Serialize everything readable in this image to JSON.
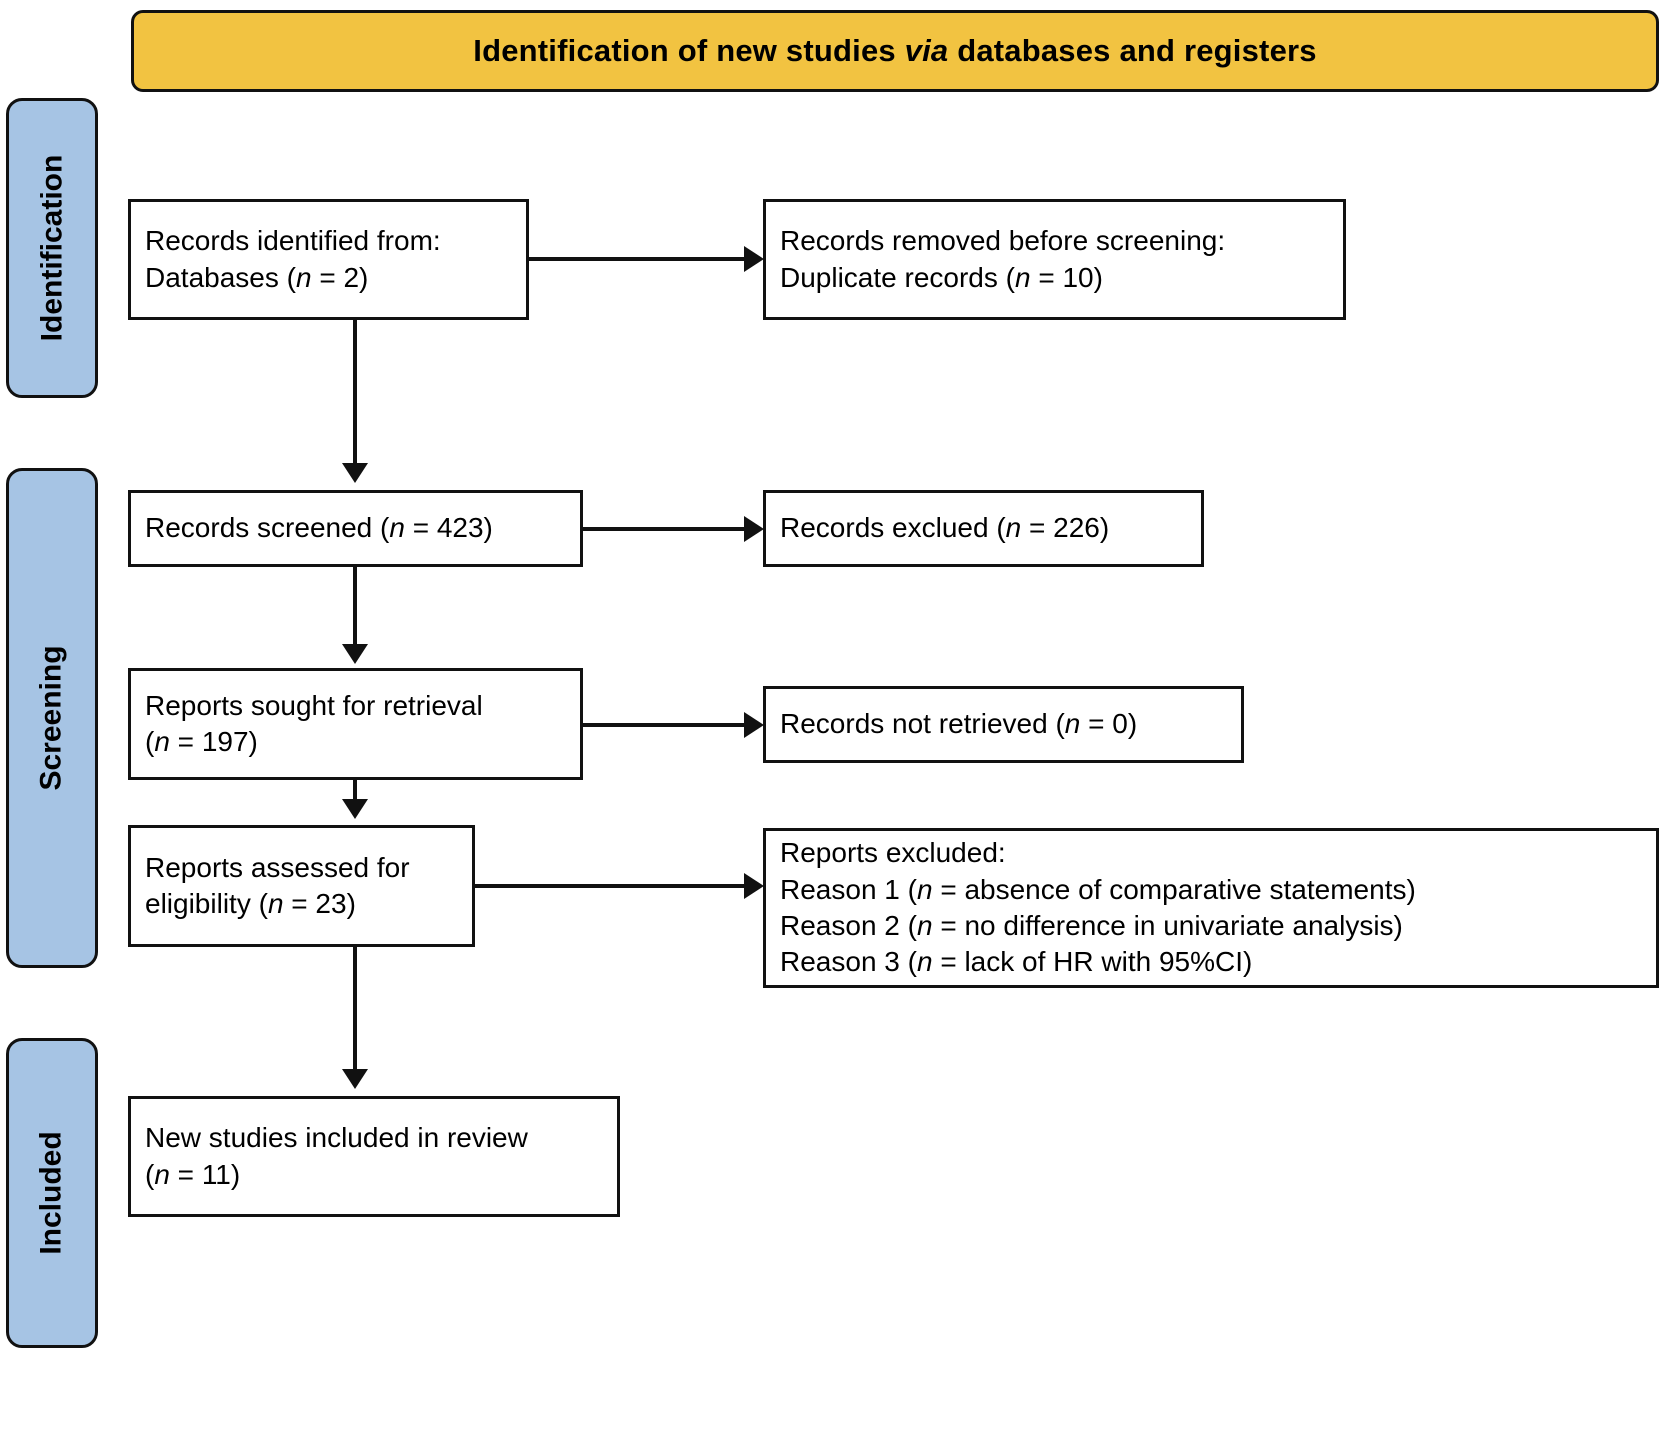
{
  "header": {
    "title_before": "Identification of new studies ",
    "title_italic": "via",
    "title_after": " databases and registers"
  },
  "stages": [
    {
      "id": "identification",
      "label": "Identification"
    },
    {
      "id": "screening",
      "label": "Screening"
    },
    {
      "id": "included",
      "label": "Included"
    }
  ],
  "boxes": {
    "identified": {
      "line1": "Records identified from:",
      "line2_pre": "Databases (",
      "line2_italic": "n",
      "line2_post": " = 2)"
    },
    "removed": {
      "line1": "Records removed before screening:",
      "line2_pre": "Duplicate records (",
      "line2_italic": "n",
      "line2_post": " = 10)"
    },
    "screened": {
      "line1_pre": "Records screened (",
      "line1_italic": "n",
      "line1_post": " = 423)"
    },
    "excluded": {
      "line1_pre": "Records exclued (",
      "line1_italic": "n",
      "line1_post": " = 226)"
    },
    "sought": {
      "line1": "Reports sought for retrieval",
      "line2_pre": "(",
      "line2_italic": "n",
      "line2_post": " = 197)"
    },
    "not_retrieved": {
      "line1_pre": "Records not retrieved (",
      "line1_italic": "n",
      "line1_post": " = 0)"
    },
    "assessed": {
      "line1": "Reports assessed for",
      "line2_pre": "eligibility (",
      "line2_italic": "n",
      "line2_post": " = 23)"
    },
    "reports_excluded": {
      "heading": "Reports excluded:",
      "reason1_pre": "Reason 1 (",
      "reason1_italic": "n",
      "reason1_post": " = absence of comparative statements)",
      "reason2_pre": "Reason 2 (",
      "reason2_italic": "n",
      "reason2_post": " = no difference in univariate analysis)",
      "reason3_pre": "Reason 3 (",
      "reason3_italic": "n",
      "reason3_post": " = lack of HR with 95%CI)"
    },
    "included": {
      "line1": "New studies included in review",
      "line2_pre": "(",
      "line2_italic": "n",
      "line2_post": " = 11)"
    }
  },
  "colors": {
    "header_fill": "#f2c341",
    "stage_fill": "#a6c4e4",
    "stroke": "#111111",
    "box_fill": "#ffffff"
  }
}
